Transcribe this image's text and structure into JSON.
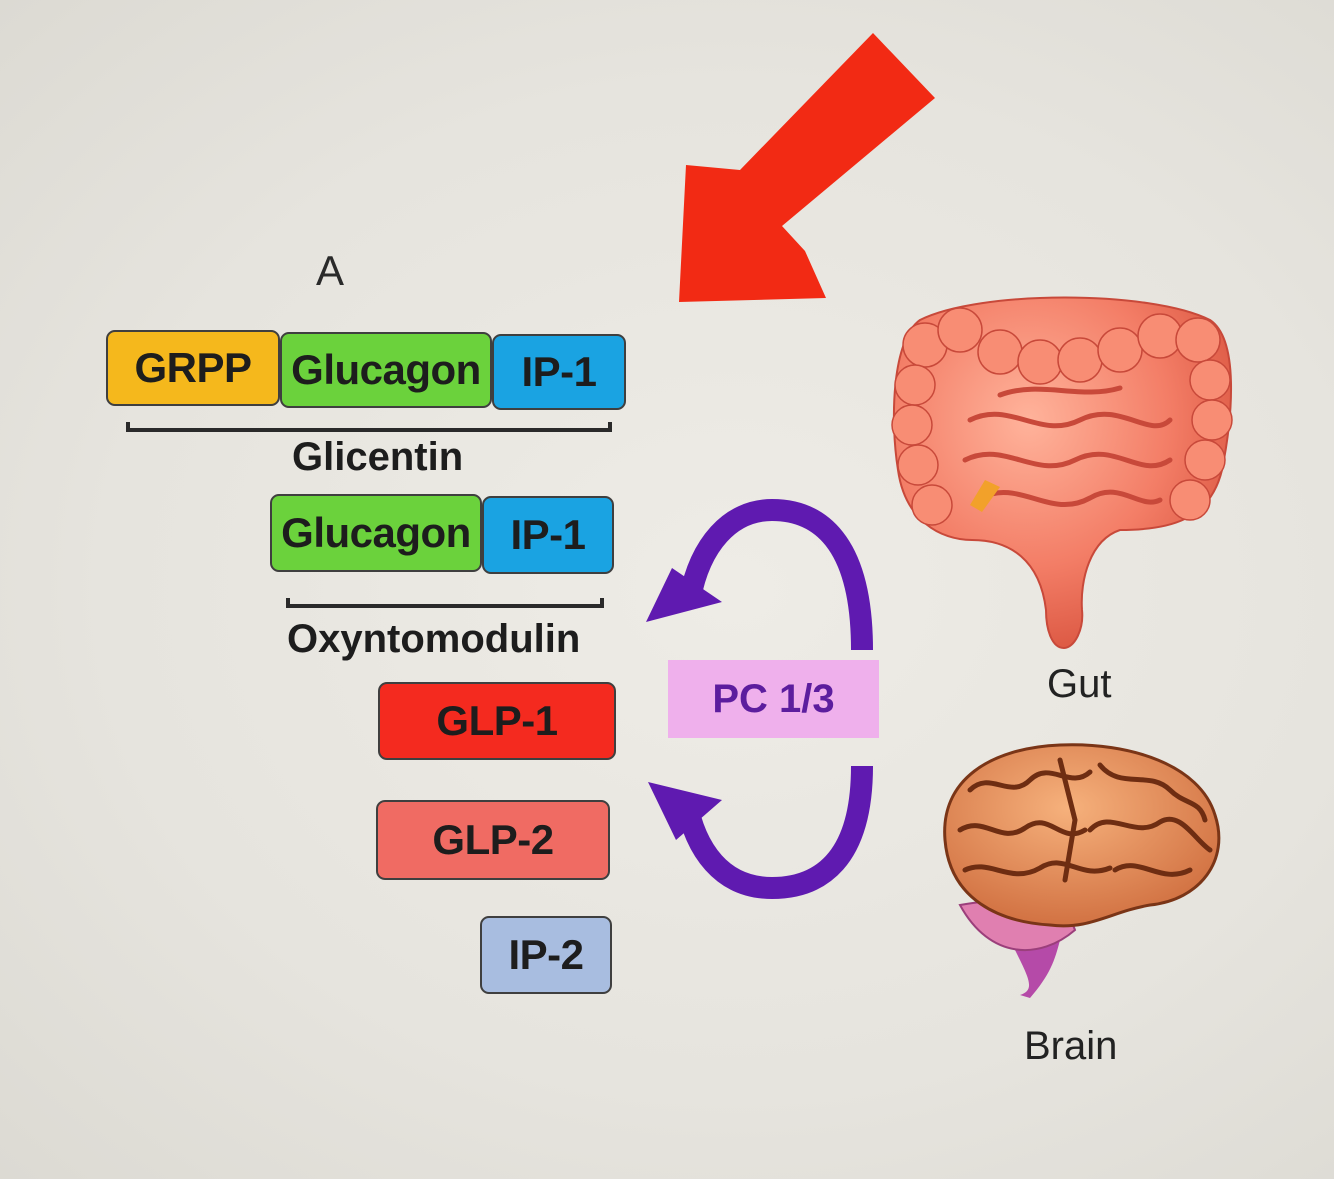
{
  "panel_letter": "A",
  "rows": {
    "row1": [
      {
        "label": "GRPP",
        "color": "#f5b81c"
      },
      {
        "label": "Glucagon",
        "color": "#6bd23c"
      },
      {
        "label": "IP-1",
        "color": "#1aa3e2"
      }
    ],
    "row1_bracket_label": "Glicentin",
    "row2": [
      {
        "label": "Glucagon",
        "color": "#6bd23c"
      },
      {
        "label": "IP-1",
        "color": "#1aa3e2"
      }
    ],
    "row2_bracket_label": "Oxyntomodulin",
    "glp1": {
      "label": "GLP-1",
      "color": "#f42a1f"
    },
    "glp2": {
      "label": "GLP-2",
      "color": "#f06b63"
    },
    "ip2": {
      "label": "IP-2",
      "color": "#a8bde0"
    }
  },
  "enzyme": {
    "label": "PC 1/3",
    "bg_color": "#efb0ec",
    "text_color": "#5c1d9e",
    "arrow_color": "#5f1ab0"
  },
  "organs": {
    "gut": {
      "label": "Gut",
      "icon": "intestines-icon"
    },
    "brain": {
      "label": "Brain",
      "icon": "brain-icon"
    }
  },
  "pointer": {
    "icon": "arrow-down-left-icon",
    "color": "#f22a14"
  }
}
